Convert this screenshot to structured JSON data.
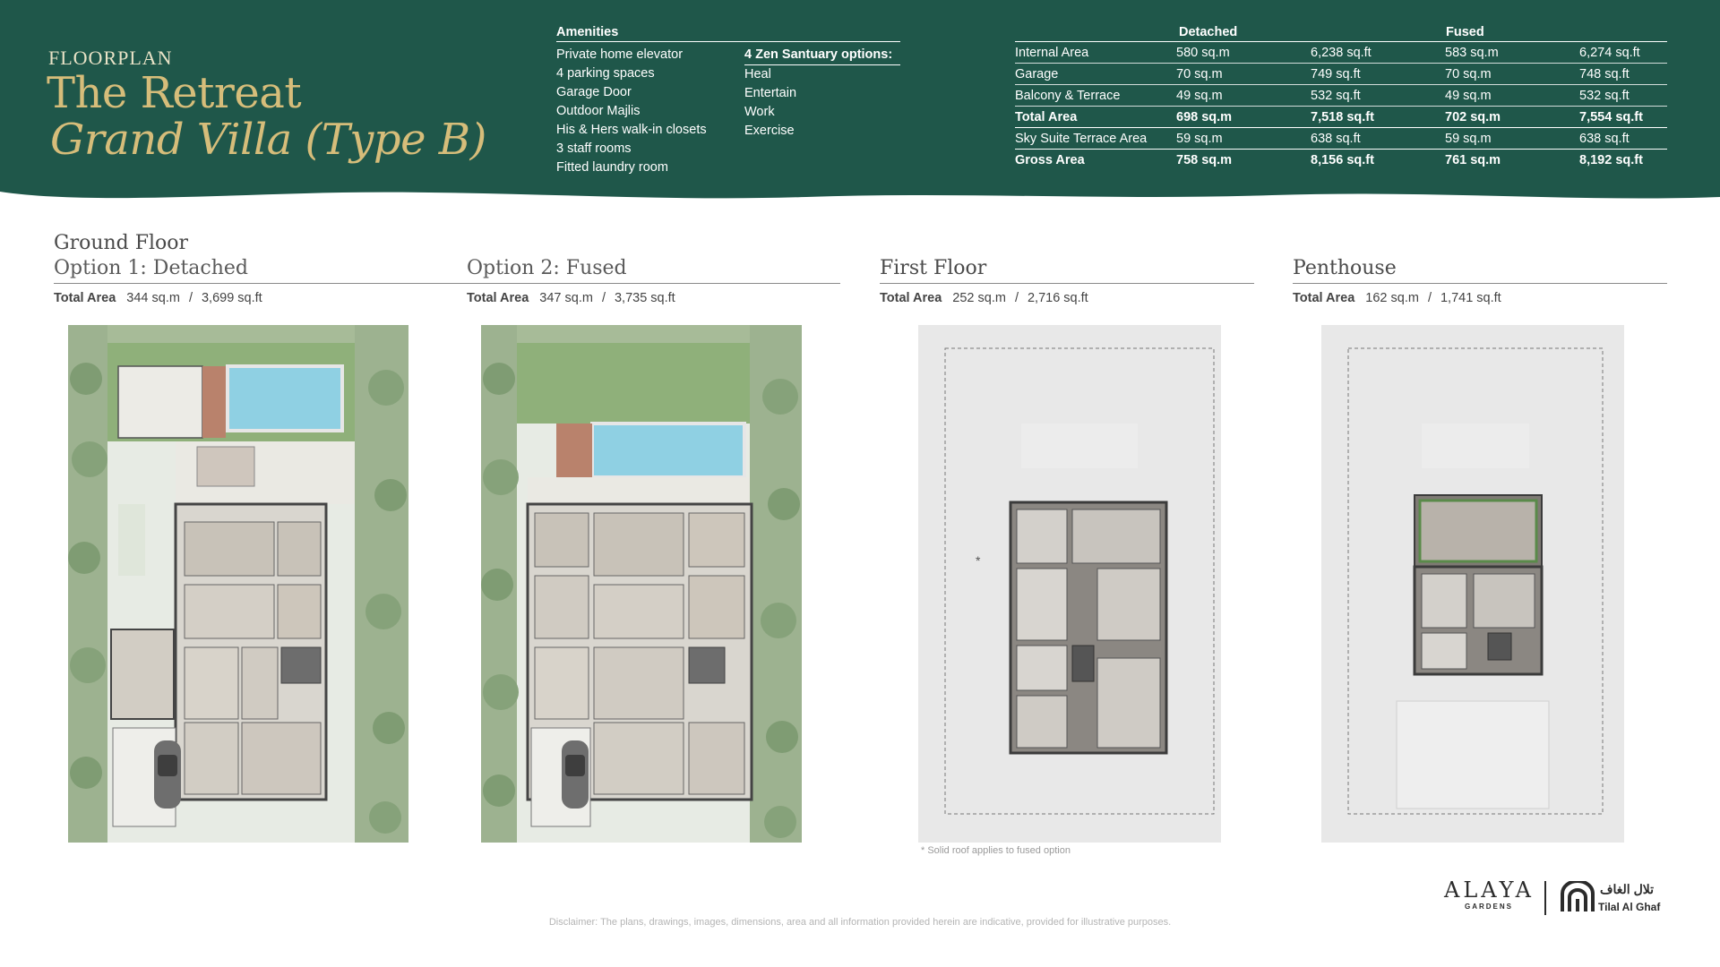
{
  "colors": {
    "header_bg": "#1f574a",
    "gold": "#d6bd7a",
    "paper": "#ffffff"
  },
  "header": {
    "label": "FLOORPLAN",
    "title_line1": "The Retreat",
    "title_line2": "Grand Villa (Type B)"
  },
  "amenities": {
    "heading": "Amenities",
    "items": [
      "Private home elevator",
      "4 parking spaces",
      "Garage Door",
      "Outdoor Majlis",
      "His & Hers walk-in closets",
      "3 staff rooms",
      "Fitted laundry room"
    ],
    "zen_title": "4 Zen Santuary options:",
    "zen_items": [
      "Heal",
      "Entertain",
      "Work",
      "Exercise"
    ]
  },
  "area_table": {
    "group_detached": "Detached",
    "group_fused": "Fused",
    "rows": [
      {
        "label": "Internal Area",
        "d_sqm": "580 sq.m",
        "d_sqft": "6,238 sq.ft",
        "f_sqm": "583 sq.m",
        "f_sqft": "6,274 sq.ft"
      },
      {
        "label": "Garage",
        "d_sqm": "70 sq.m",
        "d_sqft": "749 sq.ft",
        "f_sqm": "70 sq.m",
        "f_sqft": "748 sq.ft"
      },
      {
        "label": "Balcony & Terrace",
        "d_sqm": "49 sq.m",
        "d_sqft": "532 sq.ft",
        "f_sqm": "49 sq.m",
        "f_sqft": "532 sq.ft"
      },
      {
        "label": "Total Area",
        "d_sqm": "698 sq.m",
        "d_sqft": "7,518 sq.ft",
        "f_sqm": "702 sq.m",
        "f_sqft": "7,554 sq.ft"
      },
      {
        "label": "Sky Suite Terrace Area",
        "d_sqm": "59 sq.m",
        "d_sqft": "638 sq.ft",
        "f_sqm": "59 sq.m",
        "f_sqft": "638 sq.ft"
      },
      {
        "label": "Gross Area",
        "d_sqm": "758 sq.m",
        "d_sqft": "8,156 sq.ft",
        "f_sqm": "761 sq.m",
        "f_sqft": "8,192 sq.ft"
      }
    ]
  },
  "sections": {
    "ground_floor": "Ground Floor",
    "option1": {
      "title": "Option 1: Detached",
      "label": "Total Area",
      "sqm": "344 sq.m",
      "sep": "/",
      "sqft": "3,699 sq.ft"
    },
    "option2": {
      "title": "Option 2: Fused",
      "label": "Total Area",
      "sqm": "347 sq.m",
      "sep": "/",
      "sqft": "3,735 sq.ft"
    },
    "first_floor": {
      "title": "First Floor",
      "label": "Total Area",
      "sqm": "252 sq.m",
      "sep": "/",
      "sqft": "2,716 sq.ft"
    },
    "penthouse": {
      "title": "Penthouse",
      "label": "Total Area",
      "sqm": "162 sq.m",
      "sep": "/",
      "sqft": "1,741 sq.ft"
    }
  },
  "footnote": "* Solid roof applies to fused option",
  "disclaimer": "Disclaimer: The plans, drawings, images, dimensions, area and all information provided herein are indicative, provided for illustrative purposes.",
  "logos": {
    "alaya": "ALAYA",
    "alaya_sub": "GARDENS",
    "tilal_ar": "تلال الغاف",
    "tilal_en": "Tilal Al Ghaf"
  }
}
